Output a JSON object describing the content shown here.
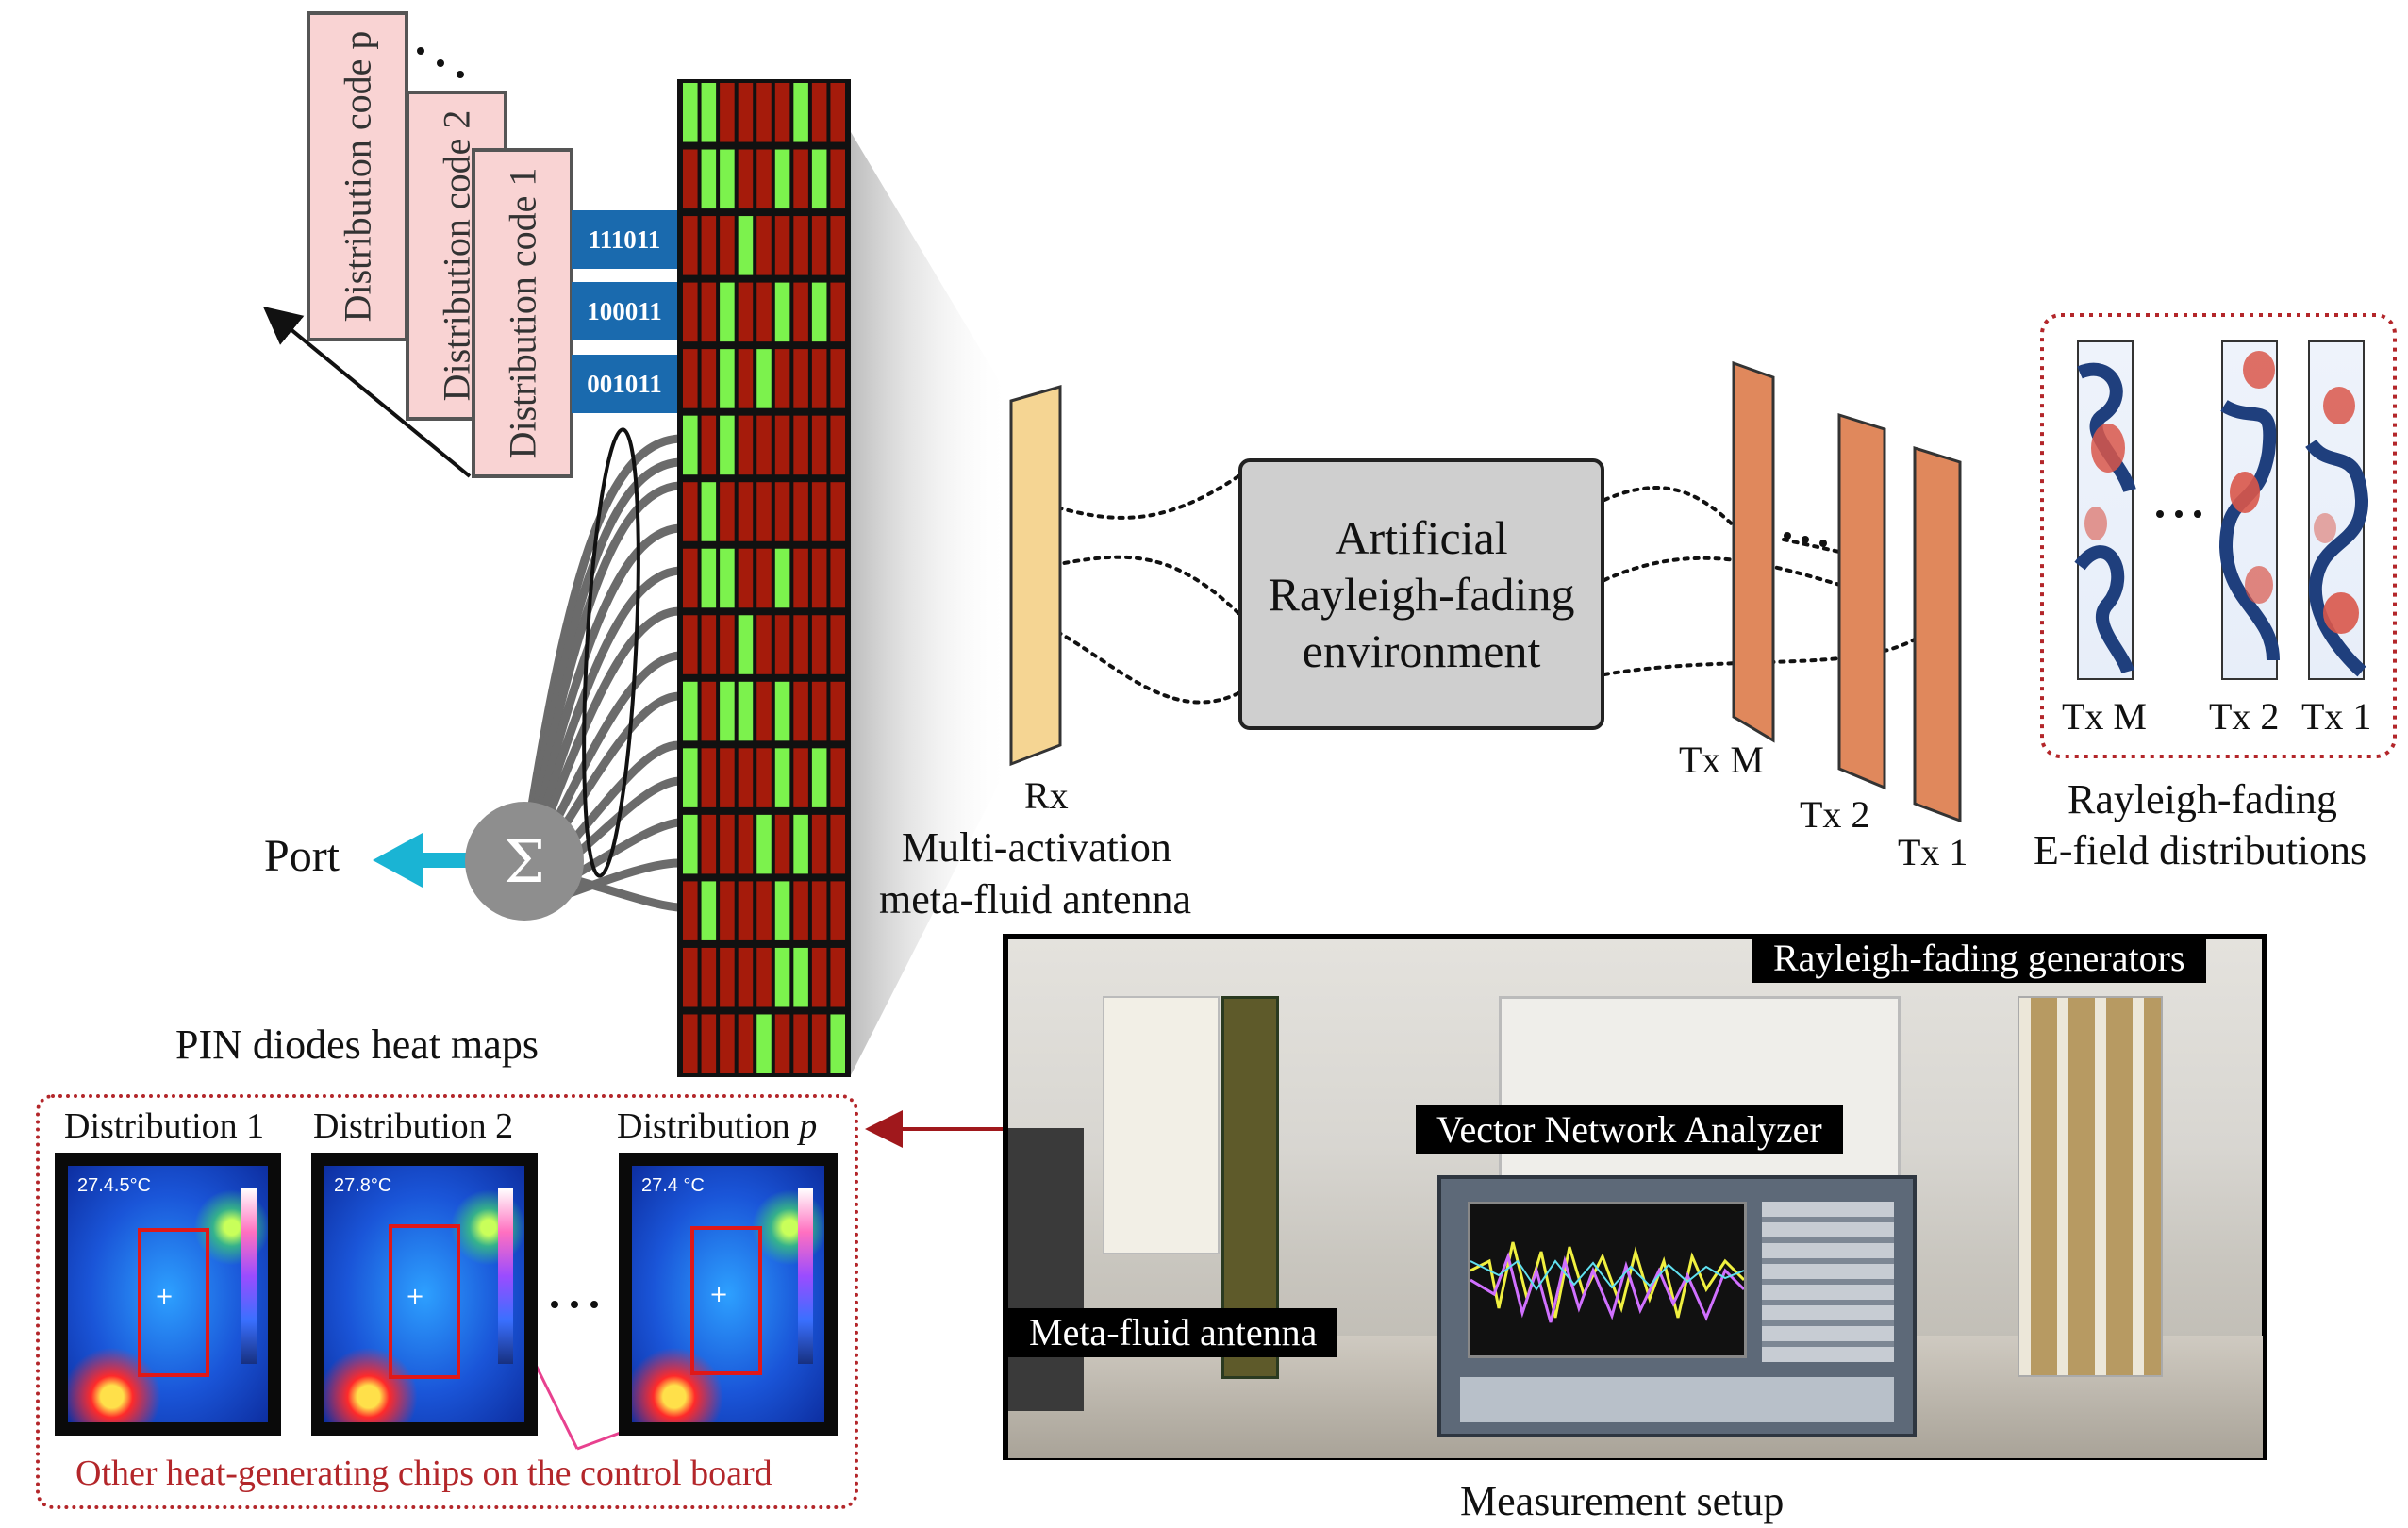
{
  "codes": {
    "cards": [
      "Distribution code p",
      "Distribution code 2",
      "Distribution code 1"
    ],
    "binaries": [
      "111011",
      "100011",
      "001011"
    ]
  },
  "antenna": {
    "rows": [
      "GGRRRRGRR",
      "RGGRRGRGR",
      "RRRGRRRRR",
      "RRGRRGRGR",
      "RRGRGRRRR",
      "GRGRRRRRR",
      "RGRRRRRRR",
      "RGGRRGRRR",
      "RRRGRRRRR",
      "GRGGRGRRR",
      "GRRRRGRGR",
      "GRRRGRGRR",
      "RGRRRGRRR",
      "RRRRRGGRR",
      "RRRRGRRRG"
    ],
    "label_rx": "Rx",
    "label_title": [
      "Multi-activation",
      "meta-fluid antenna"
    ]
  },
  "port": {
    "label": "Port",
    "sum_symbol": "Σ"
  },
  "environment": {
    "lines": [
      "Artificial",
      "Rayleigh-fading",
      "environment"
    ]
  },
  "transmitters": {
    "labels": [
      "Tx M",
      "Tx 2",
      "Tx 1"
    ]
  },
  "efield": {
    "labels": [
      "Tx M",
      "Tx 2",
      "Tx 1"
    ],
    "caption": [
      "Rayleigh-fading",
      "E-field distributions"
    ]
  },
  "heatmaps": {
    "title": "PIN diodes heat maps",
    "dist1_label": "Distribution 1",
    "dist2_label": "Distribution 2",
    "distp_prefix": "Distribution ",
    "distp_var": "p",
    "temps": [
      "27.4.5°C",
      "27.8°C",
      "27.4 °C"
    ],
    "note": "Other heat-generating chips on the control board"
  },
  "setup": {
    "generators_tag": "Rayleigh-fading generators",
    "vna_tag": "Vector Network Analyzer",
    "antenna_tag": "Meta-fluid antenna",
    "caption": "Measurement setup"
  },
  "colors": {
    "red_cell": "#a51b0b",
    "green_cell": "#7cf24d",
    "port_arrow": "#1ab4d4",
    "tx_orange": "#e0885c",
    "rx_yellow": "#f5d593",
    "code_blue": "#1a6aae"
  }
}
